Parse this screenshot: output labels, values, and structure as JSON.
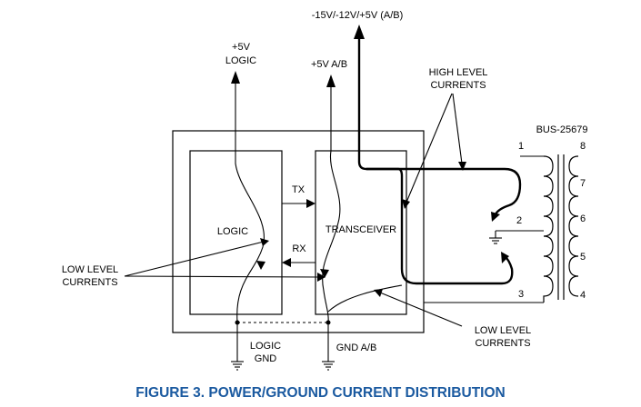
{
  "supplies": {
    "main": "-15V/-12V/+5V (A/B)",
    "logic_line1": "+5V",
    "logic_line2": "LOGIC",
    "transceiver": "+5V A/B"
  },
  "blocks": {
    "logic": "LOGIC",
    "transceiver": "TRANSCEIVER"
  },
  "signals": {
    "tx": "TX",
    "rx": "RX"
  },
  "annotations": {
    "high_line1": "HIGH LEVEL",
    "high_line2": "CURRENTS",
    "low_left_line1": "LOW LEVEL",
    "low_left_line2": "CURRENTS",
    "low_right_line1": "LOW LEVEL",
    "low_right_line2": "CURRENTS"
  },
  "grounds": {
    "logic_line1": "LOGIC",
    "logic_line2": "GND",
    "bus": "GND A/B"
  },
  "transformer": {
    "name": "BUS-25679",
    "primary_pins": [
      "1",
      "2",
      "3"
    ],
    "secondary_pins": [
      "8",
      "7",
      "6",
      "5",
      "4"
    ]
  },
  "caption": "FIGURE 3. POWER/GROUND CURRENT DISTRIBUTION"
}
